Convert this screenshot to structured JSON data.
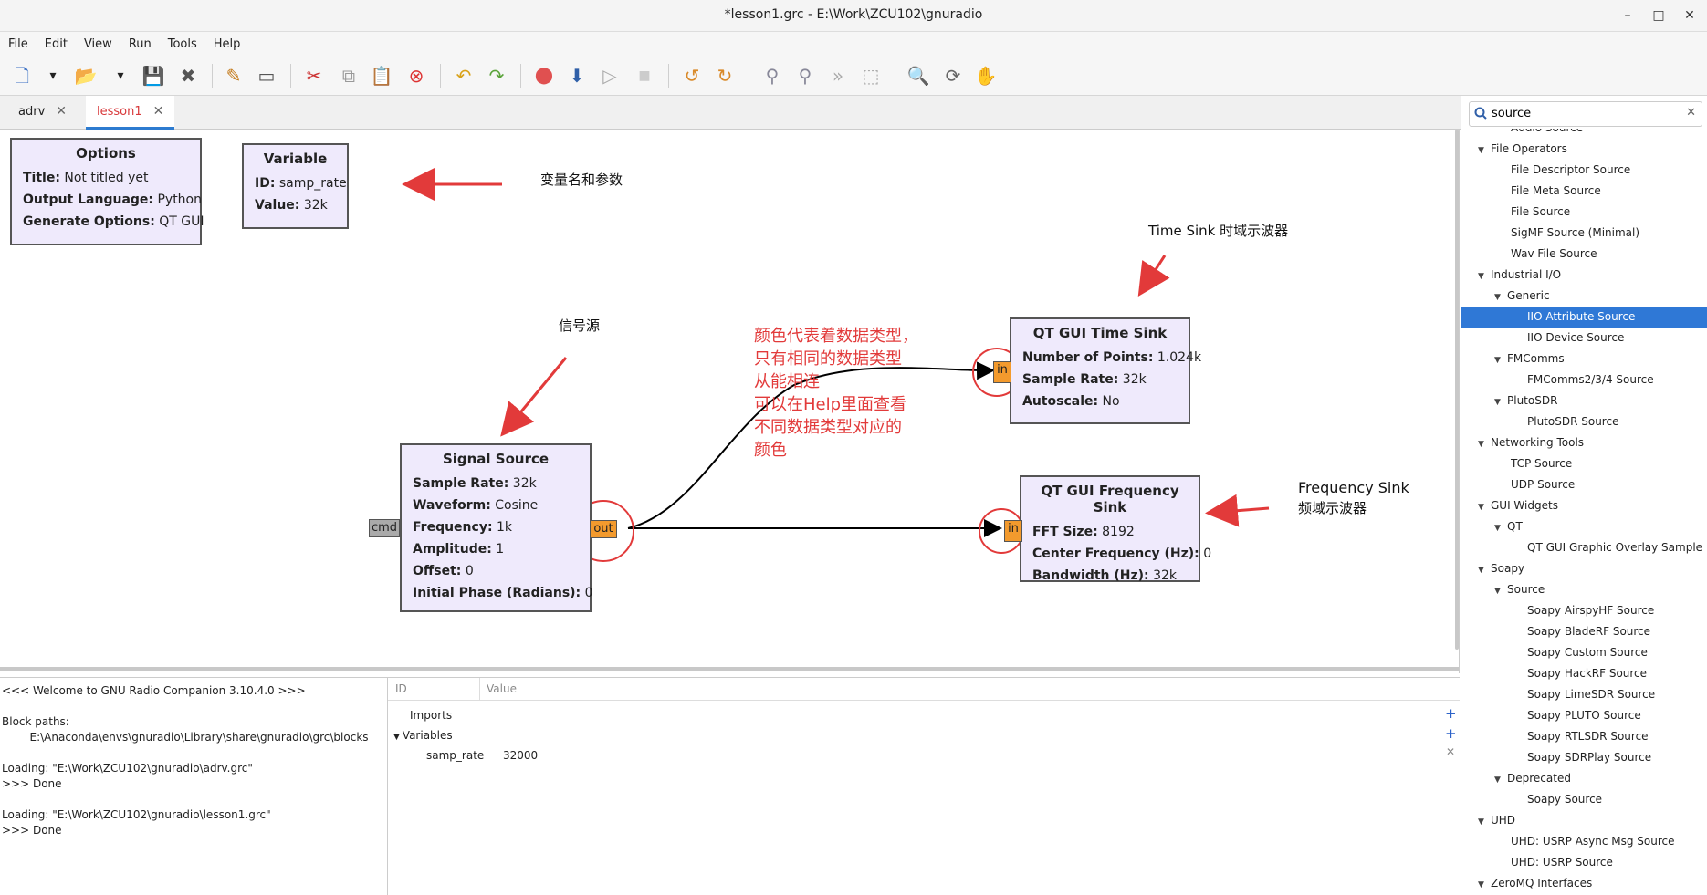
{
  "window": {
    "title": "*lesson1.grc - E:\\Work\\ZCU102\\gnuradio",
    "minimize": "–",
    "maximize": "□",
    "close": "✕"
  },
  "menu": [
    "File",
    "Edit",
    "View",
    "Run",
    "Tools",
    "Help"
  ],
  "tabs": [
    {
      "label": "adrv",
      "close": "✕"
    },
    {
      "label": "lesson1",
      "close": "✕"
    }
  ],
  "blocks": {
    "options": {
      "title": "Options",
      "rows": [
        [
          "Title:",
          "Not titled yet"
        ],
        [
          "Output Language:",
          "Python"
        ],
        [
          "Generate Options:",
          "QT GUI"
        ]
      ]
    },
    "variable": {
      "title": "Variable",
      "rows": [
        [
          "ID:",
          "samp_rate"
        ],
        [
          "Value:",
          "32k"
        ]
      ]
    },
    "signal_source": {
      "title": "Signal Source",
      "rows": [
        [
          "Sample Rate:",
          "32k"
        ],
        [
          "Waveform:",
          "Cosine"
        ],
        [
          "Frequency:",
          "1k"
        ],
        [
          "Amplitude:",
          "1"
        ],
        [
          "Offset:",
          "0"
        ],
        [
          "Initial Phase (Radians):",
          "0"
        ]
      ],
      "port_in": "cmd",
      "port_out": "out"
    },
    "time_sink": {
      "title": "QT GUI Time Sink",
      "rows": [
        [
          "Number of Points:",
          "1.024k"
        ],
        [
          "Sample Rate:",
          "32k"
        ],
        [
          "Autoscale:",
          "No"
        ]
      ],
      "port_in": "in"
    },
    "freq_sink": {
      "title": "QT GUI Frequency Sink",
      "rows": [
        [
          "FFT Size:",
          "8192"
        ],
        [
          "Center Frequency (Hz):",
          "0"
        ],
        [
          "Bandwidth (Hz):",
          "32k"
        ]
      ],
      "port_in": "in"
    }
  },
  "annotations": {
    "var_note": "变量名和参数",
    "src_note": "信号源",
    "time_note": "Time Sink 时域示波器",
    "freq_note1": "Frequency Sink",
    "freq_note2": "频域示波器",
    "red_note": [
      "颜色代表着数据类型，",
      "只有相同的数据类型",
      "从能相连",
      "可以在Help里面查看",
      "不同数据类型对应的",
      "颜色"
    ]
  },
  "console": [
    "<<< Welcome to GNU Radio Companion 3.10.4.0 >>>",
    "",
    "Block paths:",
    "        E:\\Anaconda\\envs\\gnuradio\\Library\\share\\gnuradio\\grc\\blocks",
    "",
    "Loading: \"E:\\Work\\ZCU102\\gnuradio\\adrv.grc\"",
    ">>> Done",
    "",
    "Loading: \"E:\\Work\\ZCU102\\gnuradio\\lesson1.grc\"",
    ">>> Done"
  ],
  "vars_panel": {
    "col_id": "ID",
    "col_value": "Value",
    "imports": "Imports",
    "variables": "Variables",
    "var_name": "samp_rate",
    "var_value": "32000",
    "add": "+",
    "remove": "✕"
  },
  "search": {
    "value": "source",
    "clear": "✕"
  },
  "tree": [
    {
      "label": "Audio Source",
      "level": 2,
      "arrow": ""
    },
    {
      "label": "File Operators",
      "level": 1,
      "arrow": "▼"
    },
    {
      "label": "File Descriptor Source",
      "level": 2,
      "arrow": ""
    },
    {
      "label": "File Meta Source",
      "level": 2,
      "arrow": ""
    },
    {
      "label": "File Source",
      "level": 2,
      "arrow": ""
    },
    {
      "label": "SigMF Source (Minimal)",
      "level": 2,
      "arrow": ""
    },
    {
      "label": "Wav File Source",
      "level": 2,
      "arrow": ""
    },
    {
      "label": "Industrial I/O",
      "level": 1,
      "arrow": "▼"
    },
    {
      "label": "Generic",
      "level": 2,
      "arrow": "▼"
    },
    {
      "label": "IIO Attribute Source",
      "level": 3,
      "arrow": "",
      "selected": true
    },
    {
      "label": "IIO Device Source",
      "level": 3,
      "arrow": ""
    },
    {
      "label": "FMComms",
      "level": 2,
      "arrow": "▼"
    },
    {
      "label": "FMComms2/3/4 Source",
      "level": 3,
      "arrow": ""
    },
    {
      "label": "PlutoSDR",
      "level": 2,
      "arrow": "▼"
    },
    {
      "label": "PlutoSDR Source",
      "level": 3,
      "arrow": ""
    },
    {
      "label": "Networking Tools",
      "level": 1,
      "arrow": "▼"
    },
    {
      "label": "TCP Source",
      "level": 2,
      "arrow": ""
    },
    {
      "label": "UDP Source",
      "level": 2,
      "arrow": ""
    },
    {
      "label": "GUI Widgets",
      "level": 1,
      "arrow": "▼"
    },
    {
      "label": "QT",
      "level": 2,
      "arrow": "▼"
    },
    {
      "label": "QT GUI Graphic Overlay Sample",
      "level": 3,
      "arrow": ""
    },
    {
      "label": "Soapy",
      "level": 1,
      "arrow": "▼"
    },
    {
      "label": "Source",
      "level": 2,
      "arrow": "▼"
    },
    {
      "label": "Soapy AirspyHF Source",
      "level": 3,
      "arrow": ""
    },
    {
      "label": "Soapy BladeRF Source",
      "level": 3,
      "arrow": ""
    },
    {
      "label": "Soapy Custom Source",
      "level": 3,
      "arrow": ""
    },
    {
      "label": "Soapy HackRF Source",
      "level": 3,
      "arrow": ""
    },
    {
      "label": "Soapy LimeSDR Source",
      "level": 3,
      "arrow": ""
    },
    {
      "label": "Soapy PLUTO Source",
      "level": 3,
      "arrow": ""
    },
    {
      "label": "Soapy RTLSDR Source",
      "level": 3,
      "arrow": ""
    },
    {
      "label": "Soapy SDRPlay Source",
      "level": 3,
      "arrow": ""
    },
    {
      "label": "Deprecated",
      "level": 2,
      "arrow": "▼"
    },
    {
      "label": "Soapy Source",
      "level": 3,
      "arrow": ""
    },
    {
      "label": "UHD",
      "level": 1,
      "arrow": "▼"
    },
    {
      "label": "UHD: USRP Async Msg Source",
      "level": 2,
      "arrow": ""
    },
    {
      "label": "UHD: USRP Source",
      "level": 2,
      "arrow": ""
    },
    {
      "label": "ZeroMQ Interfaces",
      "level": 1,
      "arrow": "▼"
    }
  ],
  "toolbar": [
    {
      "name": "new-icon",
      "glyph": "🗋"
    },
    {
      "name": "new-dropdown-icon",
      "glyph": "▾"
    },
    {
      "name": "open-icon",
      "glyph": "📂"
    },
    {
      "name": "open-dropdown-icon",
      "glyph": "▾"
    },
    {
      "name": "save-icon",
      "glyph": "💾"
    },
    {
      "name": "close-file-icon",
      "glyph": "✖"
    },
    {
      "name": "properties-icon",
      "glyph": "✎"
    },
    {
      "name": "screen-icon",
      "glyph": "▭"
    },
    {
      "name": "cut-icon",
      "glyph": "✂"
    },
    {
      "name": "copy-icon",
      "glyph": "⧉"
    },
    {
      "name": "paste-icon",
      "glyph": "📋"
    },
    {
      "name": "delete-icon",
      "glyph": "⊗"
    },
    {
      "name": "undo-icon",
      "glyph": "↶"
    },
    {
      "name": "redo-icon",
      "glyph": "↷"
    },
    {
      "name": "stop-icon",
      "glyph": "⬤"
    },
    {
      "name": "generate-icon",
      "glyph": "⬇"
    },
    {
      "name": "execute-icon",
      "glyph": "▷"
    },
    {
      "name": "kill-icon",
      "glyph": "■"
    },
    {
      "name": "rotate-ccw-icon",
      "glyph": "↺"
    },
    {
      "name": "rotate-cw-icon",
      "glyph": "↻"
    },
    {
      "name": "enable-icon",
      "glyph": "⚲"
    },
    {
      "name": "disable-icon",
      "glyph": "⚲"
    },
    {
      "name": "bypass-icon",
      "glyph": "»"
    },
    {
      "name": "create-hier-icon",
      "glyph": "⬚"
    },
    {
      "name": "find-icon",
      "glyph": "🔍"
    },
    {
      "name": "reload-icon",
      "glyph": "⟳"
    },
    {
      "name": "help-icon",
      "glyph": "✋"
    }
  ],
  "colors": {
    "accent": "#2f78d6",
    "annotation_red": "#e23a3a",
    "block_bg": "#efeafc",
    "port": "#f39a2d"
  }
}
